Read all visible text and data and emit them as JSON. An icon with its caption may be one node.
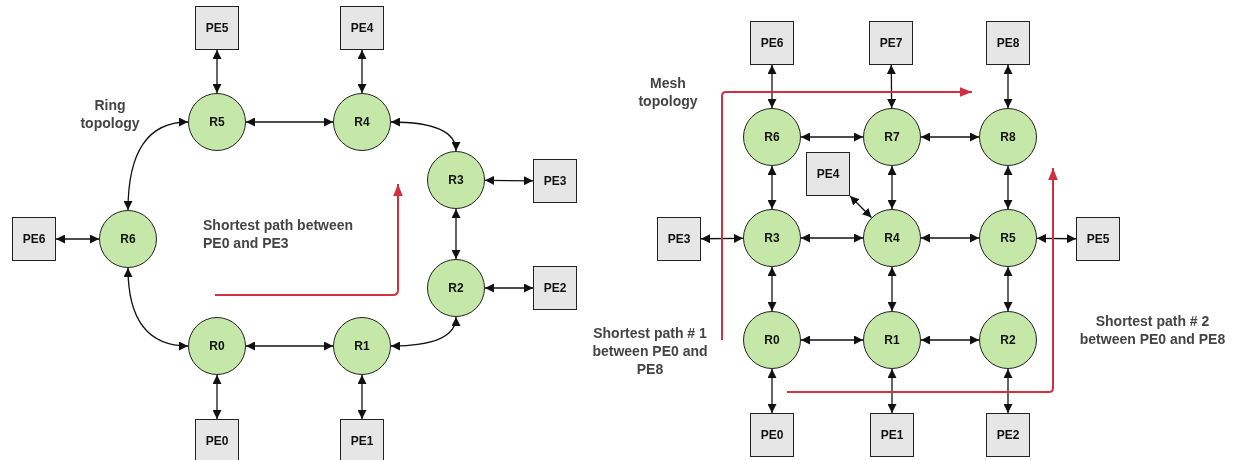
{
  "diagram": {
    "nodes": [
      {
        "text": [
          "PE5"
        ]
      },
      {
        "text": [
          "PE4"
        ]
      },
      {
        "text": [
          "R5"
        ]
      },
      {
        "text": [
          "R4"
        ]
      },
      {
        "text": [
          "R3"
        ]
      },
      {
        "text": [
          "PE3"
        ]
      },
      {
        "text": [
          "PE6"
        ]
      },
      {
        "text": [
          "R6"
        ]
      },
      {
        "text": [
          "R2"
        ]
      },
      {
        "text": [
          "PE2"
        ]
      },
      {
        "text": [
          "R0"
        ]
      },
      {
        "text": [
          "R1"
        ]
      },
      {
        "text": [
          "PE0"
        ]
      },
      {
        "text": [
          "PE1"
        ]
      },
      {
        "text": [
          "PE6"
        ]
      },
      {
        "text": [
          "PE7"
        ]
      },
      {
        "text": [
          "PE8"
        ]
      },
      {
        "text": [
          "R6"
        ]
      },
      {
        "text": [
          "R7"
        ]
      },
      {
        "text": [
          "R8"
        ]
      },
      {
        "text": [
          "PE4"
        ]
      },
      {
        "text": [
          "PE3"
        ]
      },
      {
        "text": [
          "R3"
        ]
      },
      {
        "text": [
          "R4"
        ]
      },
      {
        "text": [
          "R5"
        ]
      },
      {
        "text": [
          "PE5"
        ]
      },
      {
        "text": [
          "R0"
        ]
      },
      {
        "text": [
          "R1"
        ]
      },
      {
        "text": [
          "R2"
        ]
      },
      {
        "text": [
          "PE0"
        ]
      },
      {
        "text": [
          "PE1"
        ]
      },
      {
        "text": [
          "PE2"
        ]
      }
    ],
    "edges": [
      {
        "from": 0,
        "to": 2,
        "arrow": "both"
      },
      {
        "from": 1,
        "to": 3,
        "arrow": "both"
      },
      {
        "from": 2,
        "to": 3,
        "arrow": "both"
      },
      {
        "from": 3,
        "to": 4,
        "arrow": "both"
      },
      {
        "from": 4,
        "to": 5,
        "arrow": "both"
      },
      {
        "from": 2,
        "to": 7,
        "arrow": "both"
      },
      {
        "from": 6,
        "to": 7,
        "arrow": "both"
      },
      {
        "from": 4,
        "to": 8,
        "arrow": "both"
      },
      {
        "from": 8,
        "to": 9,
        "arrow": "both"
      },
      {
        "from": 7,
        "to": 10,
        "arrow": "both"
      },
      {
        "from": 10,
        "to": 11,
        "arrow": "both"
      },
      {
        "from": 11,
        "to": 8,
        "arrow": "both"
      },
      {
        "from": 10,
        "to": 12,
        "arrow": "both"
      },
      {
        "from": 11,
        "to": 13,
        "arrow": "both"
      },
      {
        "from": 14,
        "to": 17,
        "arrow": "both"
      },
      {
        "from": 15,
        "to": 18,
        "arrow": "both"
      },
      {
        "from": 16,
        "to": 19,
        "arrow": "both"
      },
      {
        "from": 17,
        "to": 18,
        "arrow": "both"
      },
      {
        "from": 18,
        "to": 19,
        "arrow": "both"
      },
      {
        "from": 17,
        "to": 22,
        "arrow": "both"
      },
      {
        "from": 18,
        "to": 23,
        "arrow": "both"
      },
      {
        "from": 19,
        "to": 24,
        "arrow": "both"
      },
      {
        "from": 20,
        "to": 23,
        "arrow": "both"
      },
      {
        "from": 21,
        "to": 22,
        "arrow": "both"
      },
      {
        "from": 22,
        "to": 23,
        "arrow": "both"
      },
      {
        "from": 23,
        "to": 24,
        "arrow": "both"
      },
      {
        "from": 24,
        "to": 25,
        "arrow": "both"
      },
      {
        "from": 22,
        "to": 26,
        "arrow": "both"
      },
      {
        "from": 23,
        "to": 27,
        "arrow": "both"
      },
      {
        "from": 24,
        "to": 28,
        "arrow": "both"
      },
      {
        "from": 26,
        "to": 27,
        "arrow": "both"
      },
      {
        "from": 27,
        "to": 28,
        "arrow": "both"
      },
      {
        "from": 26,
        "to": 29,
        "arrow": "both"
      },
      {
        "from": 27,
        "to": 30,
        "arrow": "both"
      },
      {
        "from": 28,
        "to": 31,
        "arrow": "both"
      }
    ],
    "labels": [
      "Ring topology",
      "Mesh topology",
      "Shortest path between PE0 and PE3",
      "Shortest path # 1 between PE0 and PE8",
      "Shortest path # 2 between PE0 and PE8"
    ]
  }
}
